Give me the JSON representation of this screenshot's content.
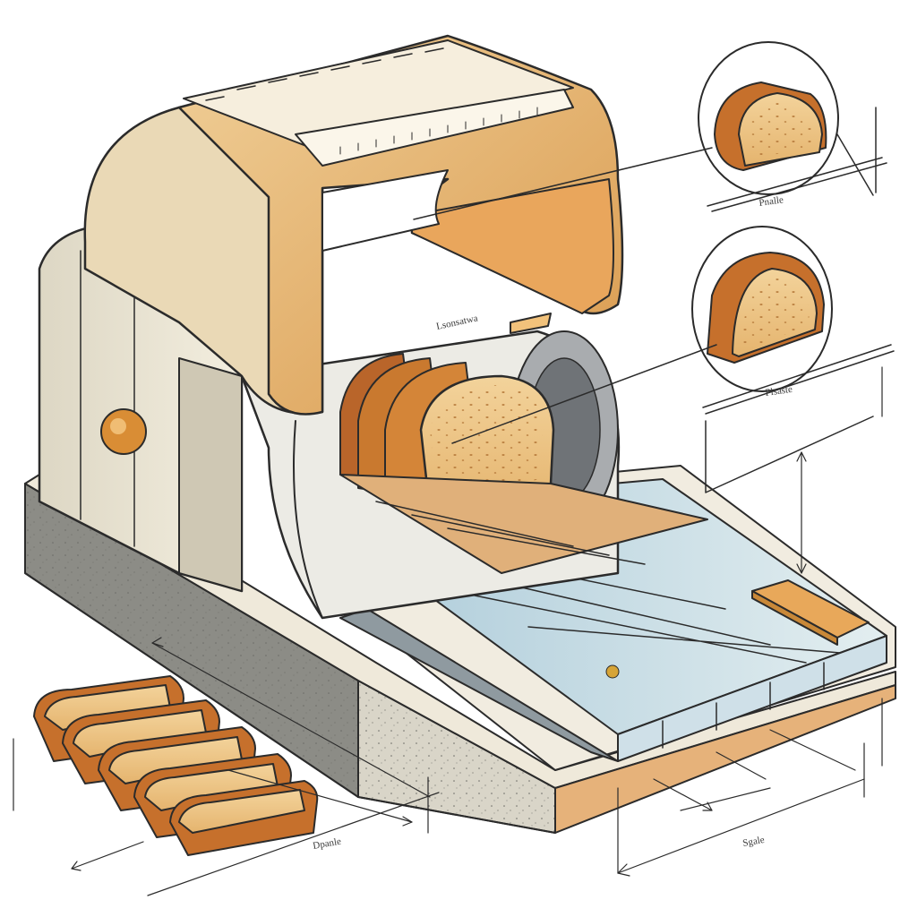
{
  "labels": {
    "inset_top": "Pnalle",
    "inset_middle": "Plsaste",
    "machine_plate": "Lsonsatwa",
    "slices_caption": "Dpanle",
    "scale_caption": "Sgale"
  },
  "colors": {
    "crust": "#c9792f",
    "crumb": "#efc98a",
    "housing": "#e8e1cf",
    "hood": "#e6b16d",
    "base_slab": "#8f8f8a",
    "rail_blue": "#b9d3df"
  }
}
